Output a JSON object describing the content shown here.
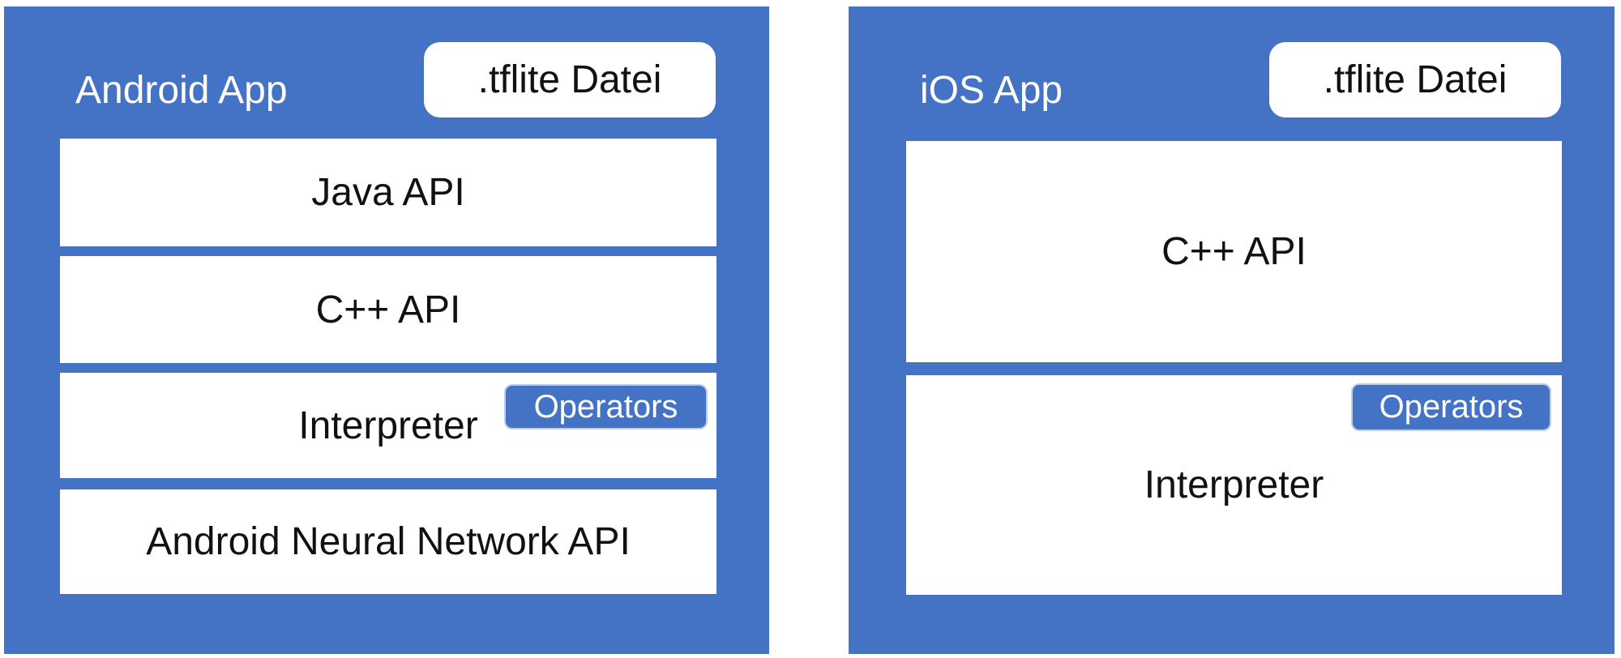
{
  "colors": {
    "panel_blue": "#4472C4",
    "badge_blue": "#4472C4",
    "text_dark": "#111111",
    "text_white": "#ffffff",
    "background": "#ffffff"
  },
  "left_panel": {
    "title": "Android App",
    "file_box": ".tflite Datei",
    "layers": [
      {
        "label": "Java API"
      },
      {
        "label": "C++ API"
      },
      {
        "label": "Interpreter",
        "badge": "Operators"
      },
      {
        "label": "Android Neural Network API"
      }
    ]
  },
  "right_panel": {
    "title": "iOS App",
    "file_box": ".tflite Datei",
    "layers": [
      {
        "label": "C++ API"
      },
      {
        "label": "Interpreter",
        "badge": "Operators"
      }
    ]
  }
}
